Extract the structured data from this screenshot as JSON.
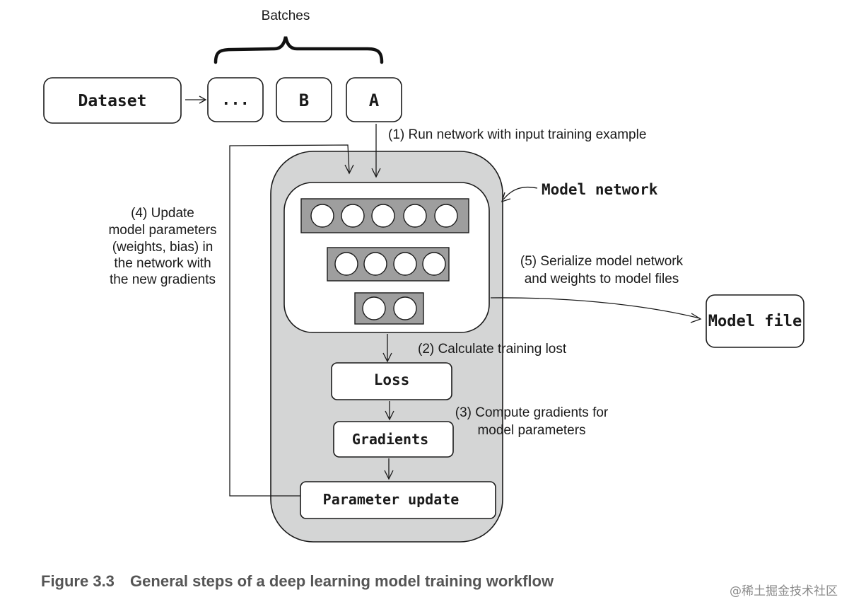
{
  "batches": {
    "title": "Batches",
    "items": [
      "...",
      "B",
      "A"
    ]
  },
  "nodes": {
    "dataset": "Dataset",
    "model_network": "Model network",
    "loss": "Loss",
    "gradients": "Gradients",
    "parameter_update": "Parameter update",
    "model_file": "Model file"
  },
  "steps": {
    "step1": "(1) Run network with input training example",
    "step2": "(2) Calculate training lost",
    "step3": [
      "(3) Compute gradients for",
      "model parameters"
    ],
    "step4": [
      "(4) Update",
      "model parameters",
      "(weights, bias) in",
      "the network with",
      "the new gradients"
    ],
    "step5": [
      "(5) Serialize model network",
      "and weights to model files"
    ]
  },
  "network_layers": [
    5,
    4,
    2
  ],
  "caption": {
    "figure": "Figure 3.3",
    "text": "General steps of a deep learning model training workflow"
  },
  "watermark": "@稀土掘金技术社区",
  "colors": {
    "container_fill": "#d4d5d5",
    "layer_fill": "#9e9e9e",
    "caption": "#555555"
  }
}
